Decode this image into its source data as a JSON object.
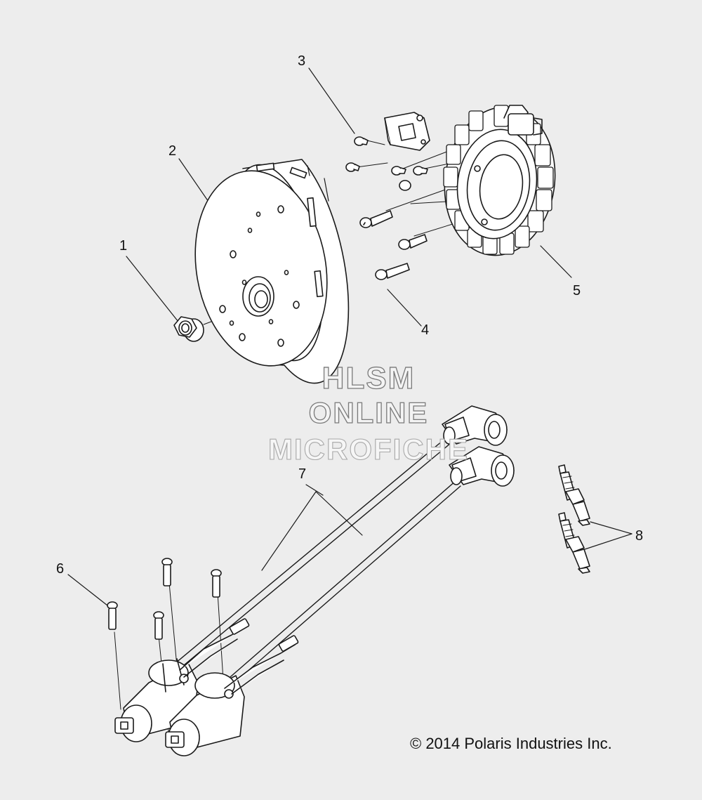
{
  "callouts": {
    "c1": "1",
    "c2": "2",
    "c3": "3",
    "c4": "4",
    "c5": "5",
    "c6": "6",
    "c7": "7",
    "c8": "8"
  },
  "watermark": {
    "line1": "HLSM",
    "line2": "ONLINE",
    "line3": "MICROFICHE"
  },
  "copyright": "© 2014 Polaris Industries Inc.",
  "colors": {
    "background": "#ededed",
    "stroke": "#1a1a1a",
    "part_fill": "#ffffff",
    "watermark_outline": "#7a7a7a"
  }
}
